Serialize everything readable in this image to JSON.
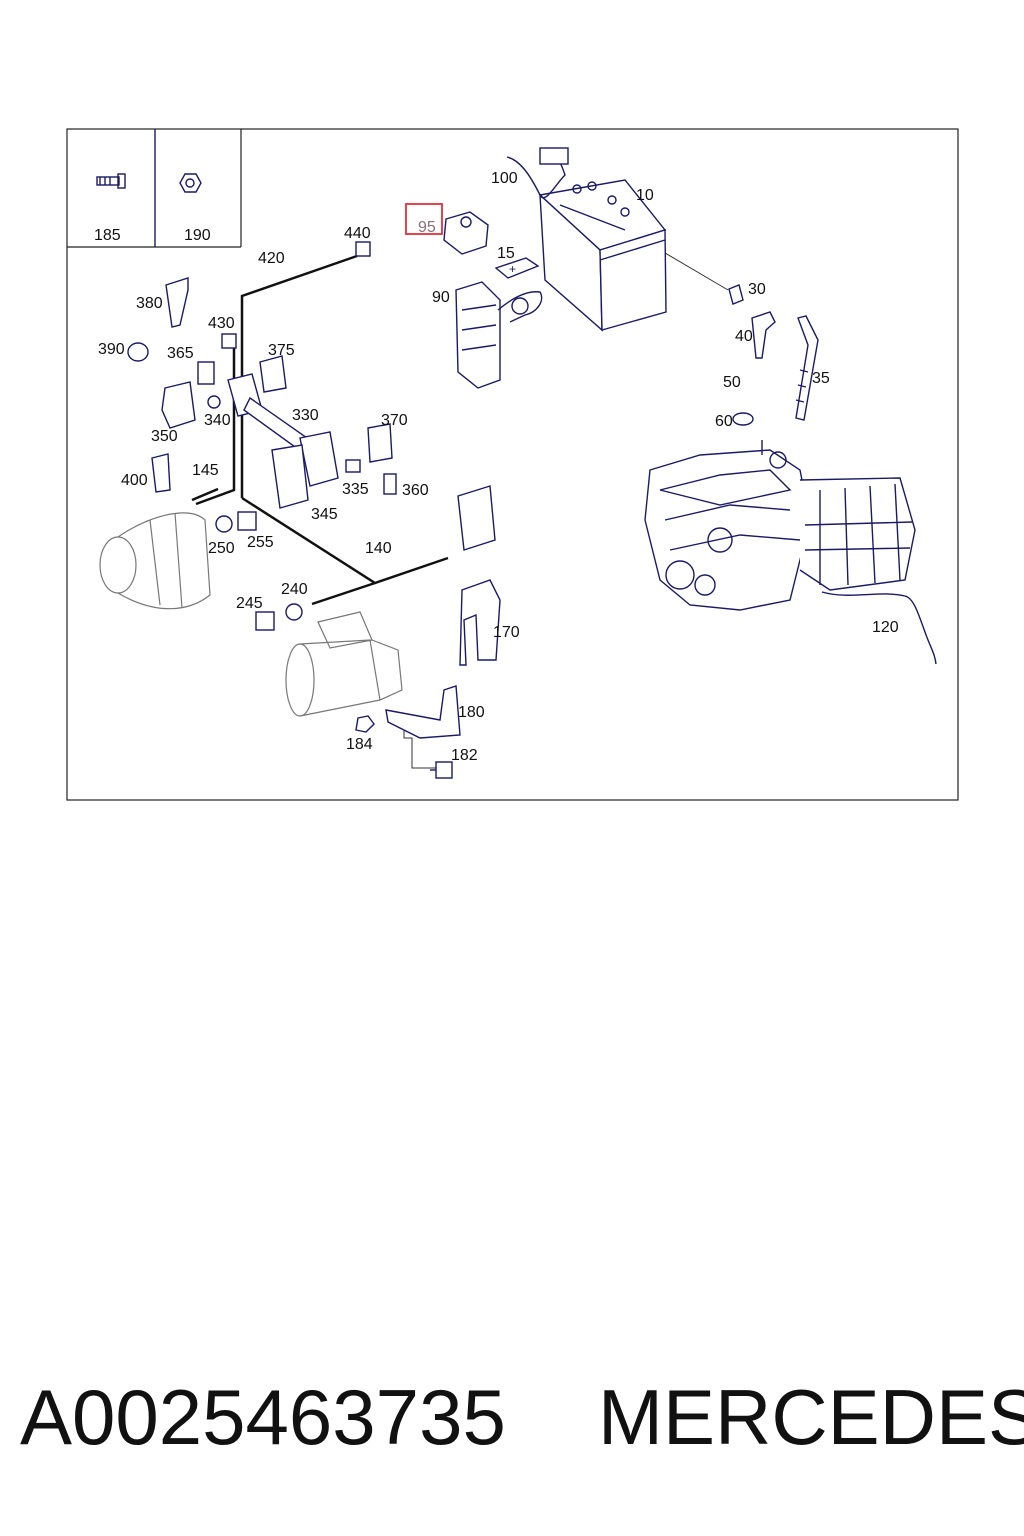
{
  "diagram": {
    "inset_labels": [
      "185",
      "190"
    ],
    "labels": [
      "10",
      "15",
      "30",
      "35",
      "40",
      "50",
      "60",
      "90",
      "95",
      "100",
      "120",
      "140",
      "145",
      "170",
      "180",
      "182",
      "184",
      "240",
      "245",
      "250",
      "255",
      "330",
      "335",
      "340",
      "345",
      "350",
      "360",
      "365",
      "370",
      "375",
      "380",
      "390",
      "400",
      "420",
      "430",
      "440"
    ],
    "highlighted_label": "95",
    "highlight_color": "#e0303a",
    "line_color": "#1a1a66"
  },
  "footer": {
    "part_number": "A0025463735",
    "brand": "MERCEDES"
  }
}
